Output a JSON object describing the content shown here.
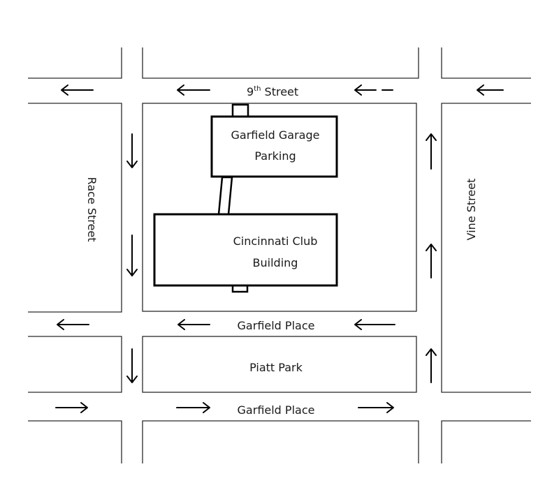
{
  "streets": {
    "ninth": {
      "base": "9",
      "sup": "th",
      "rest": " Street"
    },
    "race": "Race Street",
    "vine": "Vine Street",
    "garfield_north": "Garfield Place",
    "garfield_south": "Garfield Place"
  },
  "park": "Piatt Park",
  "buildings": {
    "garage_line1": "Garfield Garage",
    "garage_line2": "Parking",
    "club_line1": "Cincinnati Club",
    "club_line2": "Building"
  },
  "traffic": {
    "ninth_street": "west",
    "garfield_place_north": "west",
    "garfield_place_south": "east",
    "race_street": "south",
    "vine_street": "north"
  }
}
